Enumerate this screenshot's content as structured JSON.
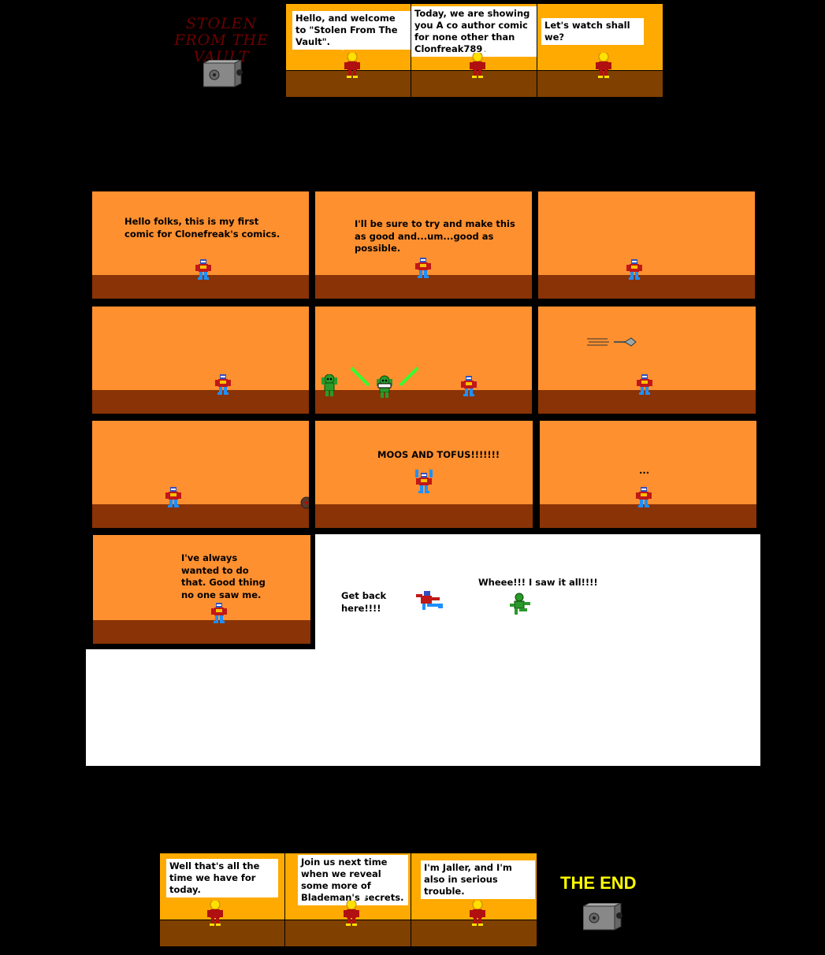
{
  "intro": {
    "logo_text": "STOLEN FROM THE VAULT",
    "panels": [
      {
        "text": "Hello, and welcome to \"Stolen From The Vault\"."
      },
      {
        "text": "Today, we are showing you A co author comic for none other than Clonfreak789."
      },
      {
        "text": "Let's watch shall we?"
      }
    ]
  },
  "comic": {
    "panels": [
      {
        "text": "Hello folks, this is my first comic for Clonefreak's comics."
      },
      {
        "text": "I'll be sure to try and make this as good and...um...good as possible."
      },
      {
        "text": ""
      },
      {
        "text": ""
      },
      {
        "text": ""
      },
      {
        "text": ""
      },
      {
        "text": ""
      },
      {
        "text": "MOOS AND TOFUS!!!!!!!"
      },
      {
        "text": "..."
      },
      {
        "text": "I've always wanted to do that. Good thing no one saw me."
      }
    ],
    "chase": {
      "left_text": "Get back here!!!!",
      "right_text": "Wheee!!! I saw it all!!!!"
    }
  },
  "outro": {
    "panels": [
      {
        "text": "Well that's all the time we have for today."
      },
      {
        "text": "Join us next time when we reveal some more of Blademan's secrets."
      },
      {
        "text": "I'm Jaller, and I'm also in serious trouble."
      }
    ],
    "end_text": "THE END"
  },
  "colors": {
    "yellow_panel": "#FFAA00",
    "orange_panel": "#FF9030",
    "floor": "#8A3306",
    "lightsaber": "#33FF33"
  },
  "icons": [
    "vault-safe-icon",
    "robot-character-icon",
    "lightsaber-icon",
    "thrown-disk-icon"
  ]
}
